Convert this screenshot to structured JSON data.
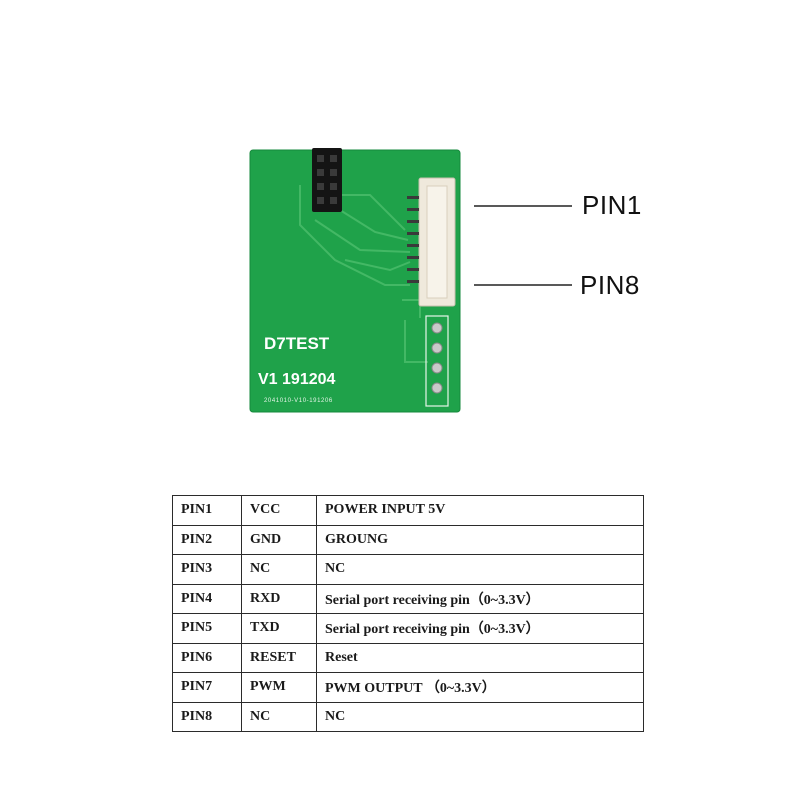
{
  "board": {
    "model": "D7TEST",
    "version": "V1 191204",
    "serial": "2041010-V10-191206"
  },
  "callouts": {
    "top_pin": "PIN1",
    "bottom_pin": "PIN8"
  },
  "colors": {
    "pcb_green": "#1fa24a",
    "trace_green": "#4fc06e",
    "connector_ivory": "#efe9dc",
    "header_black": "#141414"
  },
  "pin_table": {
    "rows": [
      {
        "pin": "PIN1",
        "signal": "VCC",
        "description": "POWER INPUT 5V"
      },
      {
        "pin": "PIN2",
        "signal": "GND",
        "description": "GROUNG"
      },
      {
        "pin": "PIN3",
        "signal": "NC",
        "description": "NC"
      },
      {
        "pin": "PIN4",
        "signal": "RXD",
        "description": "Serial port receiving pin（0~3.3V）"
      },
      {
        "pin": "PIN5",
        "signal": "TXD",
        "description": "Serial port receiving pin（0~3.3V）"
      },
      {
        "pin": "PIN6",
        "signal": "RESET",
        "description": "Reset"
      },
      {
        "pin": "PIN7",
        "signal": "PWM",
        "description": "PWM OUTPUT （0~3.3V）"
      },
      {
        "pin": "PIN8",
        "signal": "NC",
        "description": "NC"
      }
    ]
  }
}
